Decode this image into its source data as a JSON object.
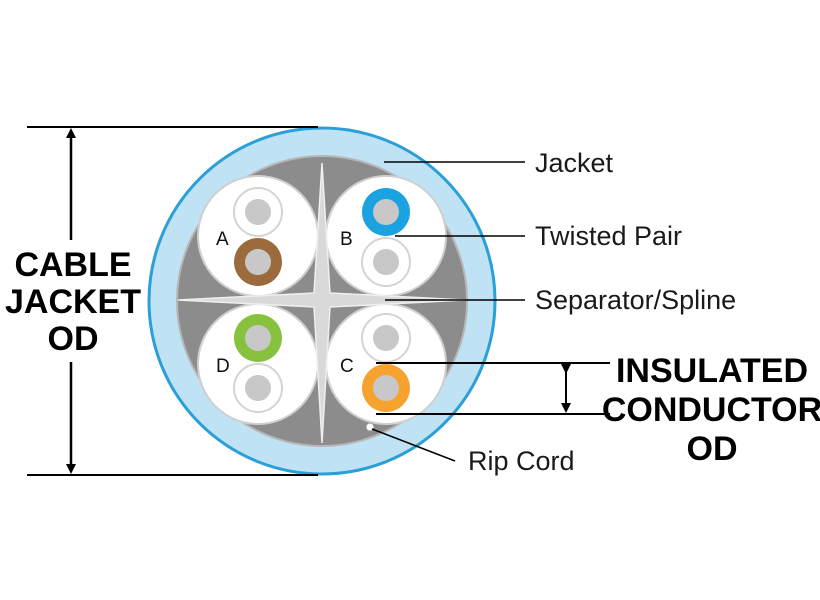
{
  "labels": {
    "jacket": "Jacket",
    "twisted_pair": "Twisted Pair",
    "separator": "Separator/Spline",
    "rip_cord": "Rip Cord",
    "cable_jacket_od": [
      "CABLE",
      "JACKET",
      "OD"
    ],
    "insulated_conductor_od": [
      "INSULATED",
      "CONDUCTOR",
      "OD"
    ]
  },
  "pairs": [
    {
      "letter": "A",
      "color": "#9b6a3d"
    },
    {
      "letter": "B",
      "color": "#1aa3e0"
    },
    {
      "letter": "C",
      "color": "#f5a22f"
    },
    {
      "letter": "D",
      "color": "#86c23e"
    }
  ],
  "colors": {
    "jacket": "#bfe2f5",
    "jacket_outline": "#2b9fd8",
    "filler": "#8c8c8c",
    "spline": "#d9d9d9",
    "conductor_white": "#ffffff",
    "conductor_core": "#c8c8c8"
  }
}
